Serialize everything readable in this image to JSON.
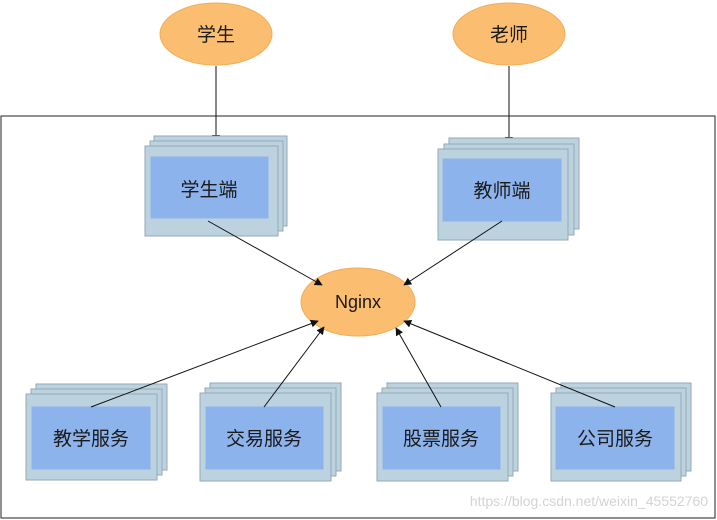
{
  "diagram": {
    "users": {
      "student": "学生",
      "teacher": "老师"
    },
    "clients": {
      "student_client": "学生端",
      "teacher_client": "教师端"
    },
    "gateway": "Nginx",
    "services": {
      "teaching": "教学服务",
      "trading": "交易服务",
      "stock": "股票服务",
      "company": "公司服务"
    },
    "watermark": "https://blog.csdn.net/weixin_45552760"
  }
}
